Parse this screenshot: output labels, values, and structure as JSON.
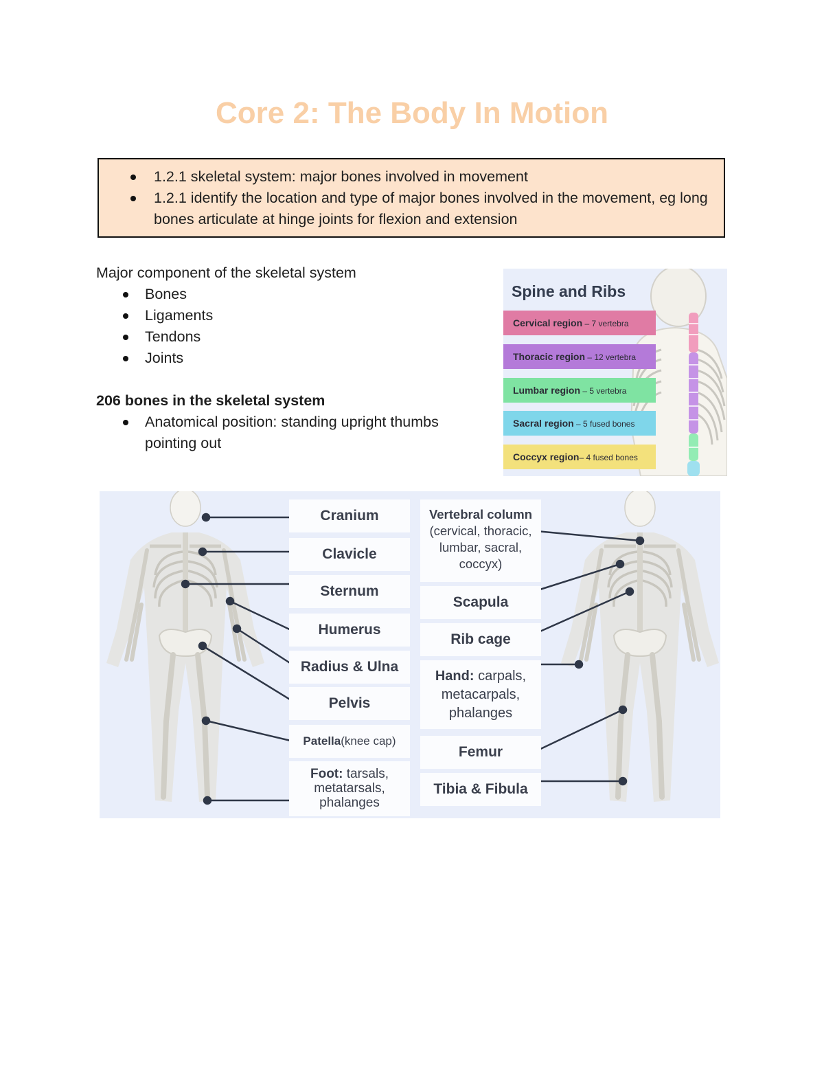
{
  "title": "Core 2: The Body In Motion",
  "outcomes": [
    "1.2.1 skeletal system: major bones involved in movement",
    "1.2.1 identify the location and type of major bones involved in the movement, eg long bones articulate at hinge joints for flexion and extension"
  ],
  "components": {
    "heading": "Major component of the skeletal system",
    "items": [
      "Bones",
      "Ligaments",
      "Tendons",
      "Joints"
    ]
  },
  "bones": {
    "heading": "206 bones in the skeletal system",
    "items": [
      "Anatomical position: standing upright thumbs pointing out"
    ]
  },
  "spine_panel": {
    "title": "Spine and Ribs",
    "regions": [
      {
        "name": "Cervical region",
        "detail": " – 7 vertebra",
        "color": "#e07ba4"
      },
      {
        "name": "Thoracic region",
        "detail": " – 12 vertebra",
        "color": "#b47ad9"
      },
      {
        "name": "Lumbar region",
        "detail": " – 5 vertebra",
        "color": "#7fe3a2"
      },
      {
        "name": "Sacral region",
        "detail": " – 5 fused bones",
        "color": "#7fd6ea"
      },
      {
        "name": "Coccyx region",
        "detail": "– 4 fused bones",
        "color": "#f3e17c"
      }
    ]
  },
  "skeleton_labels": {
    "cranium": "Cranium",
    "clavicle": "Clavicle",
    "sternum": "Sternum",
    "humerus": "Humerus",
    "radius_ulna": "Radius & Ulna",
    "pelvis": "Pelvis",
    "patella_bold": "Patella",
    "patella_rest": " (knee cap)",
    "foot_bold": "Foot:",
    "foot_rest": " tarsals, metatarsals, phalanges",
    "vertebral_bold": "Vertebral column",
    "vertebral_rest": " (cervical, thoracic, lumbar, sacral, coccyx)",
    "scapula": "Scapula",
    "rib_cage": "Rib cage",
    "hand_bold": "Hand:",
    "hand_rest": " carpals, metacarpals, phalanges",
    "femur": "Femur",
    "tibia_fibula": "Tibia & Fibula"
  }
}
